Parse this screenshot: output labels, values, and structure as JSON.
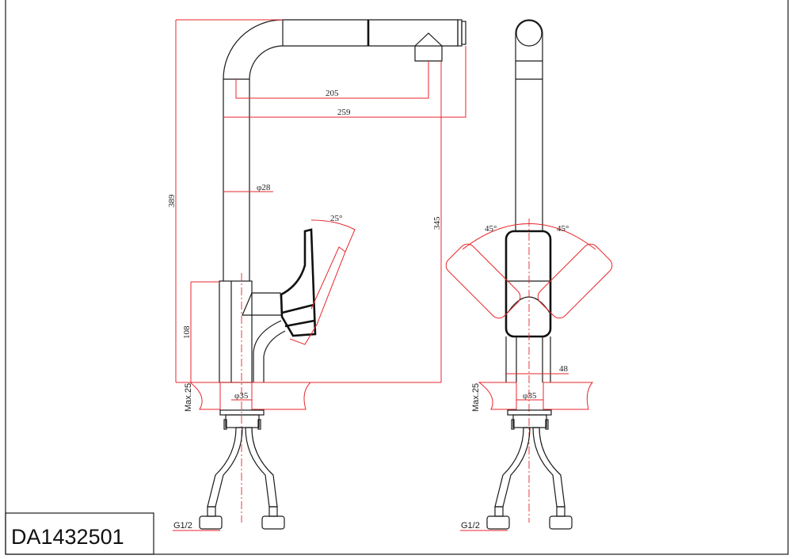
{
  "drawing": {
    "model_code": "DA1432501",
    "side_view": {
      "dim_total_height": "389",
      "dim_body_height": "108",
      "dim_spout_height": "345",
      "dim_spout_reach": "205",
      "dim_total_reach": "259",
      "dim_pipe_diameter": "φ28",
      "dim_lever_angle": "25°",
      "dim_max_counter": "Max.25",
      "dim_hole_diameter": "φ35",
      "dim_thread": "G1/2"
    },
    "front_view": {
      "dim_left_angle": "45°",
      "dim_right_angle": "45°",
      "dim_body_width": "48",
      "dim_max_counter": "Max.25",
      "dim_hole_diameter": "φ35",
      "dim_thread": "G1/2"
    }
  },
  "colors": {
    "dimension": "#e8262b",
    "outline": "#1a1a1a"
  }
}
